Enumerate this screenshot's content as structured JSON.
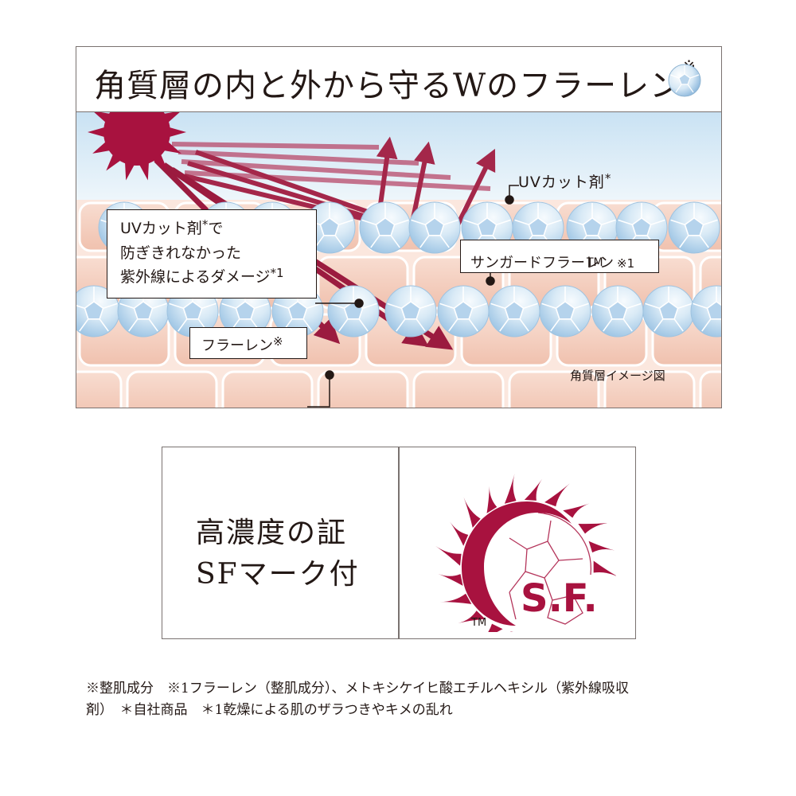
{
  "diagram": {
    "title": "角質層の内と外から守るWのフラーレン",
    "title_mark": "※",
    "labels": {
      "uv_cut": "UVカット剤",
      "uv_cut_mark": "*",
      "damage_line1": "UVカット剤",
      "damage_line1_mark": "*",
      "damage_line1_tail": "で",
      "damage_line2": "防ぎきれなかった",
      "damage_line3": "紫外線によるダメージ",
      "damage_line3_mark": "*1",
      "sungard": "サンガードフラーレン",
      "sungard_tm": "TM",
      "sungard_mark": "※1",
      "fullerene": "フラーレン",
      "fullerene_mark": "※",
      "caption": "角質層イメージ図"
    },
    "colors": {
      "sun": "#a8123f",
      "ray_light": "#e6b3c2",
      "ray_dark": "#9b1b3f",
      "sky": "#d3e8f5",
      "skin": "#f3cbbb",
      "ball": "#a9cde9"
    }
  },
  "claim": {
    "line1": "高濃度の証",
    "line2": "SFマーク付"
  },
  "logo": {
    "text": "S.F.",
    "tm": "TM",
    "color": "#a8123f"
  },
  "footnote": {
    "line1": "※整肌成分　※1フラーレン（整肌成分）、メトキシケイヒ酸エチルヘキシル（紫外線吸収",
    "line2": "剤）　＊自社商品　＊1乾燥による肌のザラつきやキメの乱れ"
  }
}
